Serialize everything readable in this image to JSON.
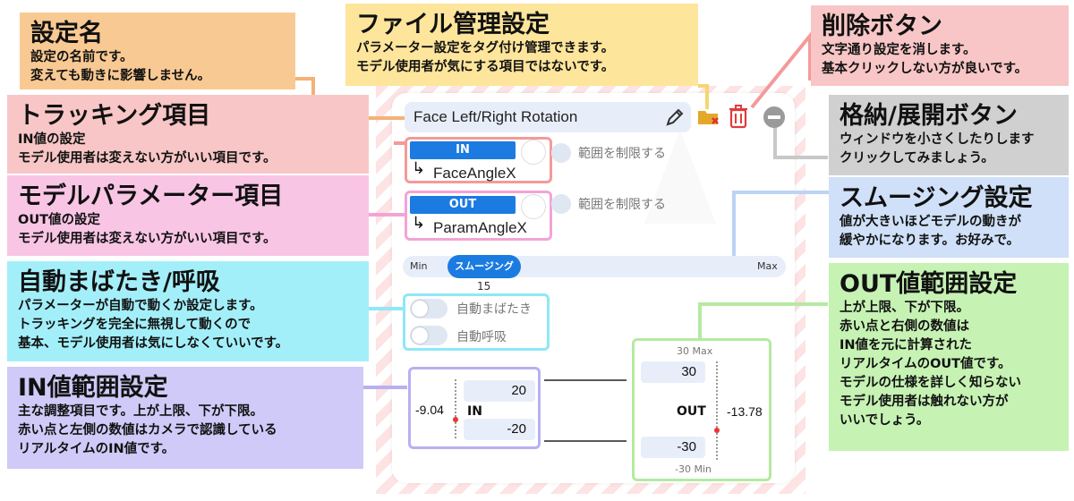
{
  "callouts": {
    "setting_name": {
      "title": "設定名",
      "lines": [
        "設定の名前です。",
        "変えても動きに影響しません。"
      ],
      "color": "#f9c993"
    },
    "file_mgmt": {
      "title": "ファイル管理設定",
      "lines": [
        "パラメーター設定をタグ付け管理できます。",
        "モデル使用者が気にする項目ではないです。"
      ],
      "color": "#fde59b"
    },
    "delete": {
      "title": "削除ボタン",
      "lines": [
        "文字通り設定を消します。",
        "基本クリックしない方が良いです。"
      ],
      "color": "#f8c6c6"
    },
    "tracking": {
      "title": "トラッキング項目",
      "lines": [
        "IN値の設定",
        "モデル使用者は変えない方がいい項目です。"
      ],
      "color": "#f8c6c6"
    },
    "collapse": {
      "title": "格納/展開ボタン",
      "lines": [
        "ウィンドウを小さくしたりします",
        "クリックしてみましょう。"
      ],
      "color": "#d0d0d0"
    },
    "model_param": {
      "title": "モデルパラメーター項目",
      "lines": [
        "OUT値の設定",
        "モデル使用者は変えない方がいい項目です。"
      ],
      "color": "#f9c5e5"
    },
    "smoothing": {
      "title": "スムージング設定",
      "lines": [
        "値が大きいほどモデルの動きが",
        "緩やかになります。お好みで。"
      ],
      "color": "#cfe0f8"
    },
    "auto_blink": {
      "title": "自動まばたき/呼吸",
      "lines": [
        "パラメーターが自動で動くか設定します。",
        "トラッキングを完全に無視して動くので",
        "基本、モデル使用者は気にしなくていいです。"
      ],
      "color": "#a3eff9"
    },
    "out_range": {
      "title": "OUT値範囲設定",
      "lines": [
        "上が上限、下が下限。",
        "赤い点と右側の数値は",
        "IN値を元に計算された",
        "リアルタイムのOUT値です。",
        "モデルの仕様を詳しく知らない",
        "モデル使用者は触れない方が",
        "いいでしょう。"
      ],
      "color": "#c6f2b4"
    },
    "in_range": {
      "title": "IN値範囲設定",
      "lines": [
        "主な調整項目です。上が上限、下が下限。",
        "赤い点と左側の数値はカメラで認識している",
        "リアルタイムのIN値です。"
      ],
      "color": "#cfcaf8"
    }
  },
  "ui": {
    "setting_name_value": "Face Left/Right Rotation",
    "in_tag": "IN",
    "in_param": "FaceAngleX",
    "out_tag": "OUT",
    "out_param": "ParamAngleX",
    "limit_range_label": "範囲を制限する",
    "smoothing": {
      "min_label": "Min",
      "max_label": "Max",
      "handle_label": "スムージング",
      "value": "15"
    },
    "auto_blink_label": "自動まばたき",
    "auto_breath_label": "自動呼吸",
    "in_section": {
      "label": "IN",
      "current_value": "-9.04",
      "upper": "20",
      "lower": "-20"
    },
    "out_section": {
      "label": "OUT",
      "current_value": "-13.78",
      "upper": "30",
      "lower": "-30",
      "max_hint": "30 Max",
      "min_hint": "-30 Min"
    },
    "icons": [
      "pencil-icon",
      "folder-icon",
      "trash-icon",
      "collapse-icon"
    ],
    "accent": "#1b7be0",
    "highlight_colors": {
      "tracking": "#f49a9a",
      "model_param": "#f3a3d6",
      "auto": "#8fe8f5",
      "in_range": "#b8b0f2",
      "out_range": "#b5eaa0"
    }
  }
}
